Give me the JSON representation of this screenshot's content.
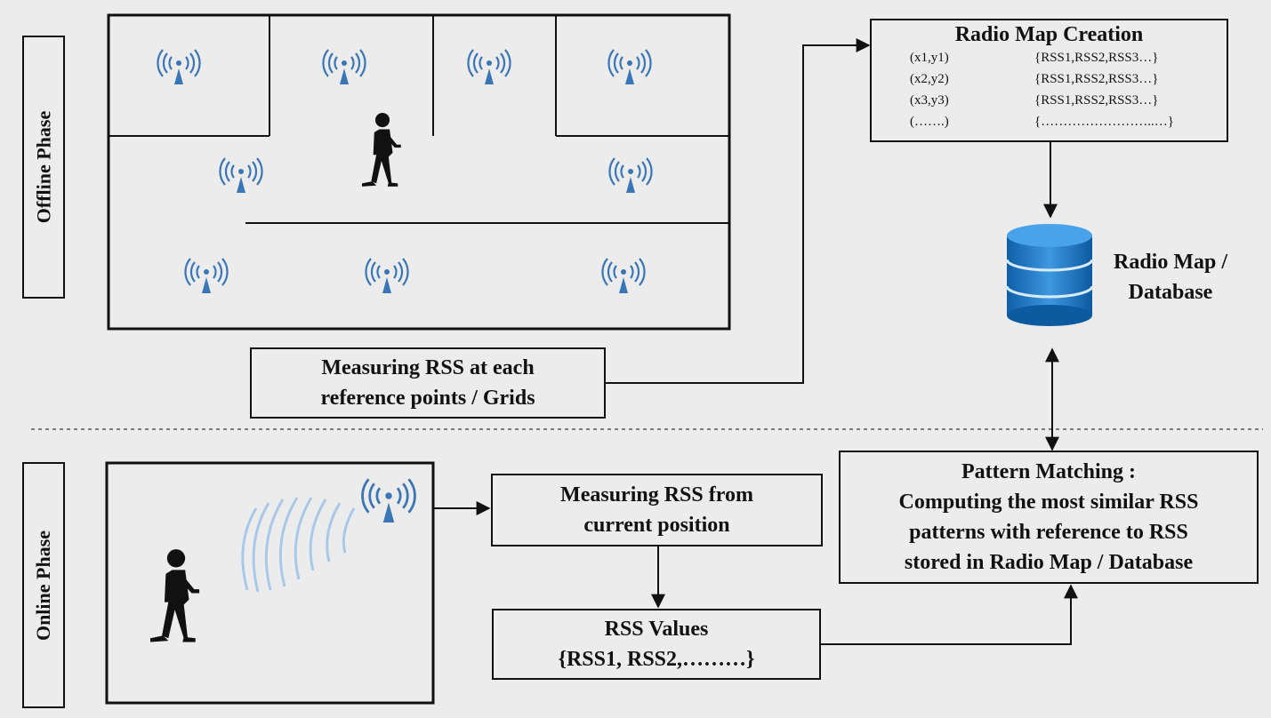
{
  "phases": {
    "offline": "Offline Phase",
    "online": "Online Phase"
  },
  "radio_map": {
    "title": "Radio Map Creation",
    "rows": [
      {
        "pos": "(x1,y1)",
        "rss": "{RSS1,RSS2,RSS3…}"
      },
      {
        "pos": "(x2,y2)",
        "rss": "{RSS1,RSS2,RSS3…}"
      },
      {
        "pos": "(x3,y3)",
        "rss": "{RSS1,RSS2,RSS3…}"
      },
      {
        "pos": "(…….)",
        "rss": "{……………………..…}"
      }
    ]
  },
  "database": {
    "label_line1": "Radio Map /",
    "label_line2": "Database",
    "icon": "database-icon",
    "color": "#1f78c8"
  },
  "offline_measure": {
    "line1": "Measuring RSS at each",
    "line2": "reference points / Grids"
  },
  "online_measure": {
    "line1": "Measuring RSS from",
    "line2": "current position"
  },
  "rss_values": {
    "line1": "RSS Values",
    "line2": "{RSS1, RSS2,………}"
  },
  "pattern_matching": {
    "line1": "Pattern Matching :",
    "line2": "Computing  the most similar RSS",
    "line3": "patterns with reference to RSS",
    "line4": "stored in Radio Map / Database"
  },
  "icons": {
    "access_point": "wifi-access-point-icon",
    "person": "walking-person-icon",
    "access_point_color": "#3a75b5"
  }
}
